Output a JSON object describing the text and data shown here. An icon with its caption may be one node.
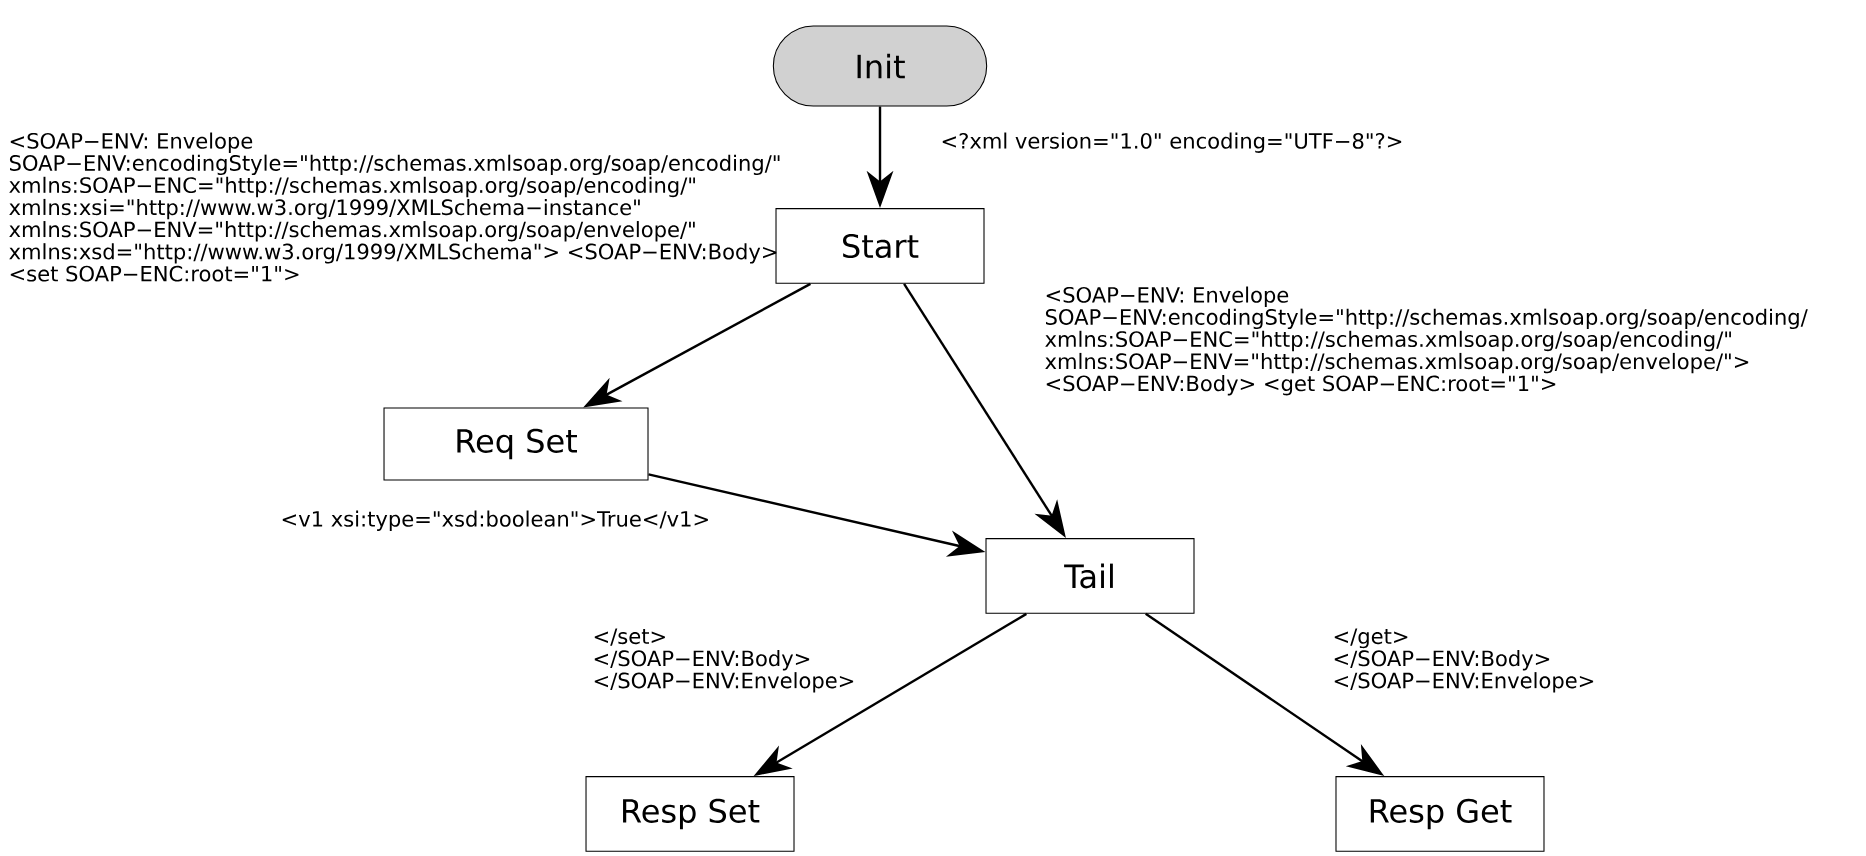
{
  "diagram": {
    "nodes": [
      {
        "text": [
          "Init"
        ]
      },
      {
        "text": [
          "Start"
        ]
      },
      {
        "text": [
          "Req Set"
        ]
      },
      {
        "text": [
          "Tail"
        ]
      },
      {
        "text": [
          "Resp Set"
        ]
      },
      {
        "text": [
          "Resp Get"
        ]
      }
    ],
    "edges": [
      {
        "from": 0,
        "to": 1,
        "arrow": "to",
        "label": "<?xml version=\"1.0\" encoding=\"UTF−8\"?>"
      },
      {
        "from": 1,
        "to": 2,
        "arrow": "to",
        "label": "<SOAP−ENV: Envelope SOAP−ENV:encodingStyle=\"http://schemas.xmlsoap.org/soap/encoding/\" xmlns:SOAP−ENC=\"http://schemas.xmlsoap.org/soap/encoding/\" xmlns:xsi=\"http://www.w3.org/1999/XMLSchema−instance\" xmlns:SOAP−ENV=\"http://schemas.xmlsoap.org/soap/envelope/\" xmlns:xsd=\"http://www.w3.org/1999/XMLSchema\"> <SOAP−ENV:Body> <set SOAP−ENC:root=\"1\">"
      },
      {
        "from": 1,
        "to": 3,
        "arrow": "to",
        "label": "<SOAP−ENV: Envelope SOAP−ENV:encodingStyle=\"http://schemas.xmlsoap.org/soap/encoding/ xmlns:SOAP−ENC=\"http://schemas.xmlsoap.org/soap/encoding/\" xmlns:SOAP−ENV=\"http://schemas.xmlsoap.org/soap/envelope/\"> <SOAP−ENV:Body> <get SOAP−ENC:root=\"1\">"
      },
      {
        "from": 2,
        "to": 3,
        "arrow": "to",
        "label": "<v1 xsi:type=\"xsd:boolean\">True</v1>"
      },
      {
        "from": 3,
        "to": 4,
        "arrow": "to",
        "label": "</set> </SOAP−ENV:Body> </SOAP−ENV:Envelope>"
      },
      {
        "from": 3,
        "to": 5,
        "arrow": "to",
        "label": "</get> </SOAP−ENV:Body> </SOAP−ENV:Envelope>"
      }
    ]
  }
}
